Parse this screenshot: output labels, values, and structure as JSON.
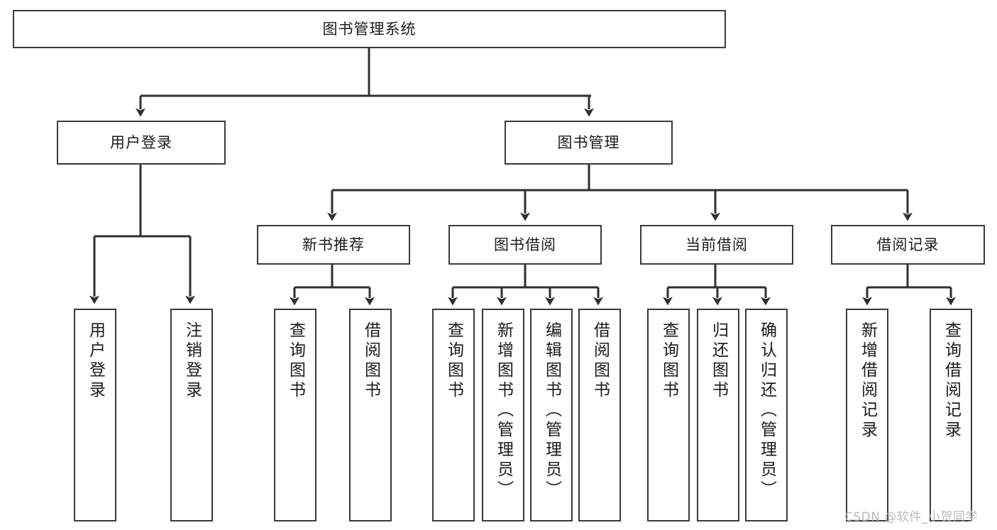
{
  "diagram": {
    "type": "tree-hierarchy",
    "title": "图书管理系统",
    "watermark": "CSDN @软件_小贺同学",
    "colors": {
      "border": "#3a3a3a",
      "fill": "#ffffff",
      "text": "#1b1b1b",
      "link": "#2f2f2f",
      "watermark": "#b9b9b9"
    },
    "root": {
      "label": "图书管理系统"
    },
    "level2": [
      {
        "id": "user-login",
        "label": "用户登录"
      },
      {
        "id": "book-manage",
        "label": "图书管理"
      }
    ],
    "level3": [
      {
        "id": "new-book-recommend",
        "label": "新书推荐",
        "parent": "book-manage"
      },
      {
        "id": "book-borrow",
        "label": "图书借阅",
        "parent": "book-manage"
      },
      {
        "id": "current-borrow",
        "label": "当前借阅",
        "parent": "book-manage"
      },
      {
        "id": "borrow-record",
        "label": "借阅记录",
        "parent": "book-manage"
      }
    ],
    "leaves": {
      "user_login": [
        {
          "id": "leaf-user-login",
          "label": "用户登录"
        },
        {
          "id": "leaf-logout-login",
          "label": "注销登录"
        }
      ],
      "new_book_recommend": [
        {
          "id": "leaf-query-book-1",
          "label": "查询图书"
        },
        {
          "id": "leaf-borrow-book-1",
          "label": "借阅图书"
        }
      ],
      "book_borrow": [
        {
          "id": "leaf-query-book-2",
          "label": "查询图书"
        },
        {
          "id": "leaf-add-book",
          "label": "新增图书（管理员）"
        },
        {
          "id": "leaf-edit-book",
          "label": "编辑图书（管理员）"
        },
        {
          "id": "leaf-borrow-book-2",
          "label": "借阅图书"
        }
      ],
      "current_borrow": [
        {
          "id": "leaf-query-book-3",
          "label": "查询图书"
        },
        {
          "id": "leaf-return-book",
          "label": "归还图书"
        },
        {
          "id": "leaf-confirm-return",
          "label": "确认归还（管理员）"
        }
      ],
      "borrow_record": [
        {
          "id": "leaf-add-record",
          "label": "新增借阅记录"
        },
        {
          "id": "leaf-query-record",
          "label": "查询借阅记录"
        }
      ]
    }
  }
}
